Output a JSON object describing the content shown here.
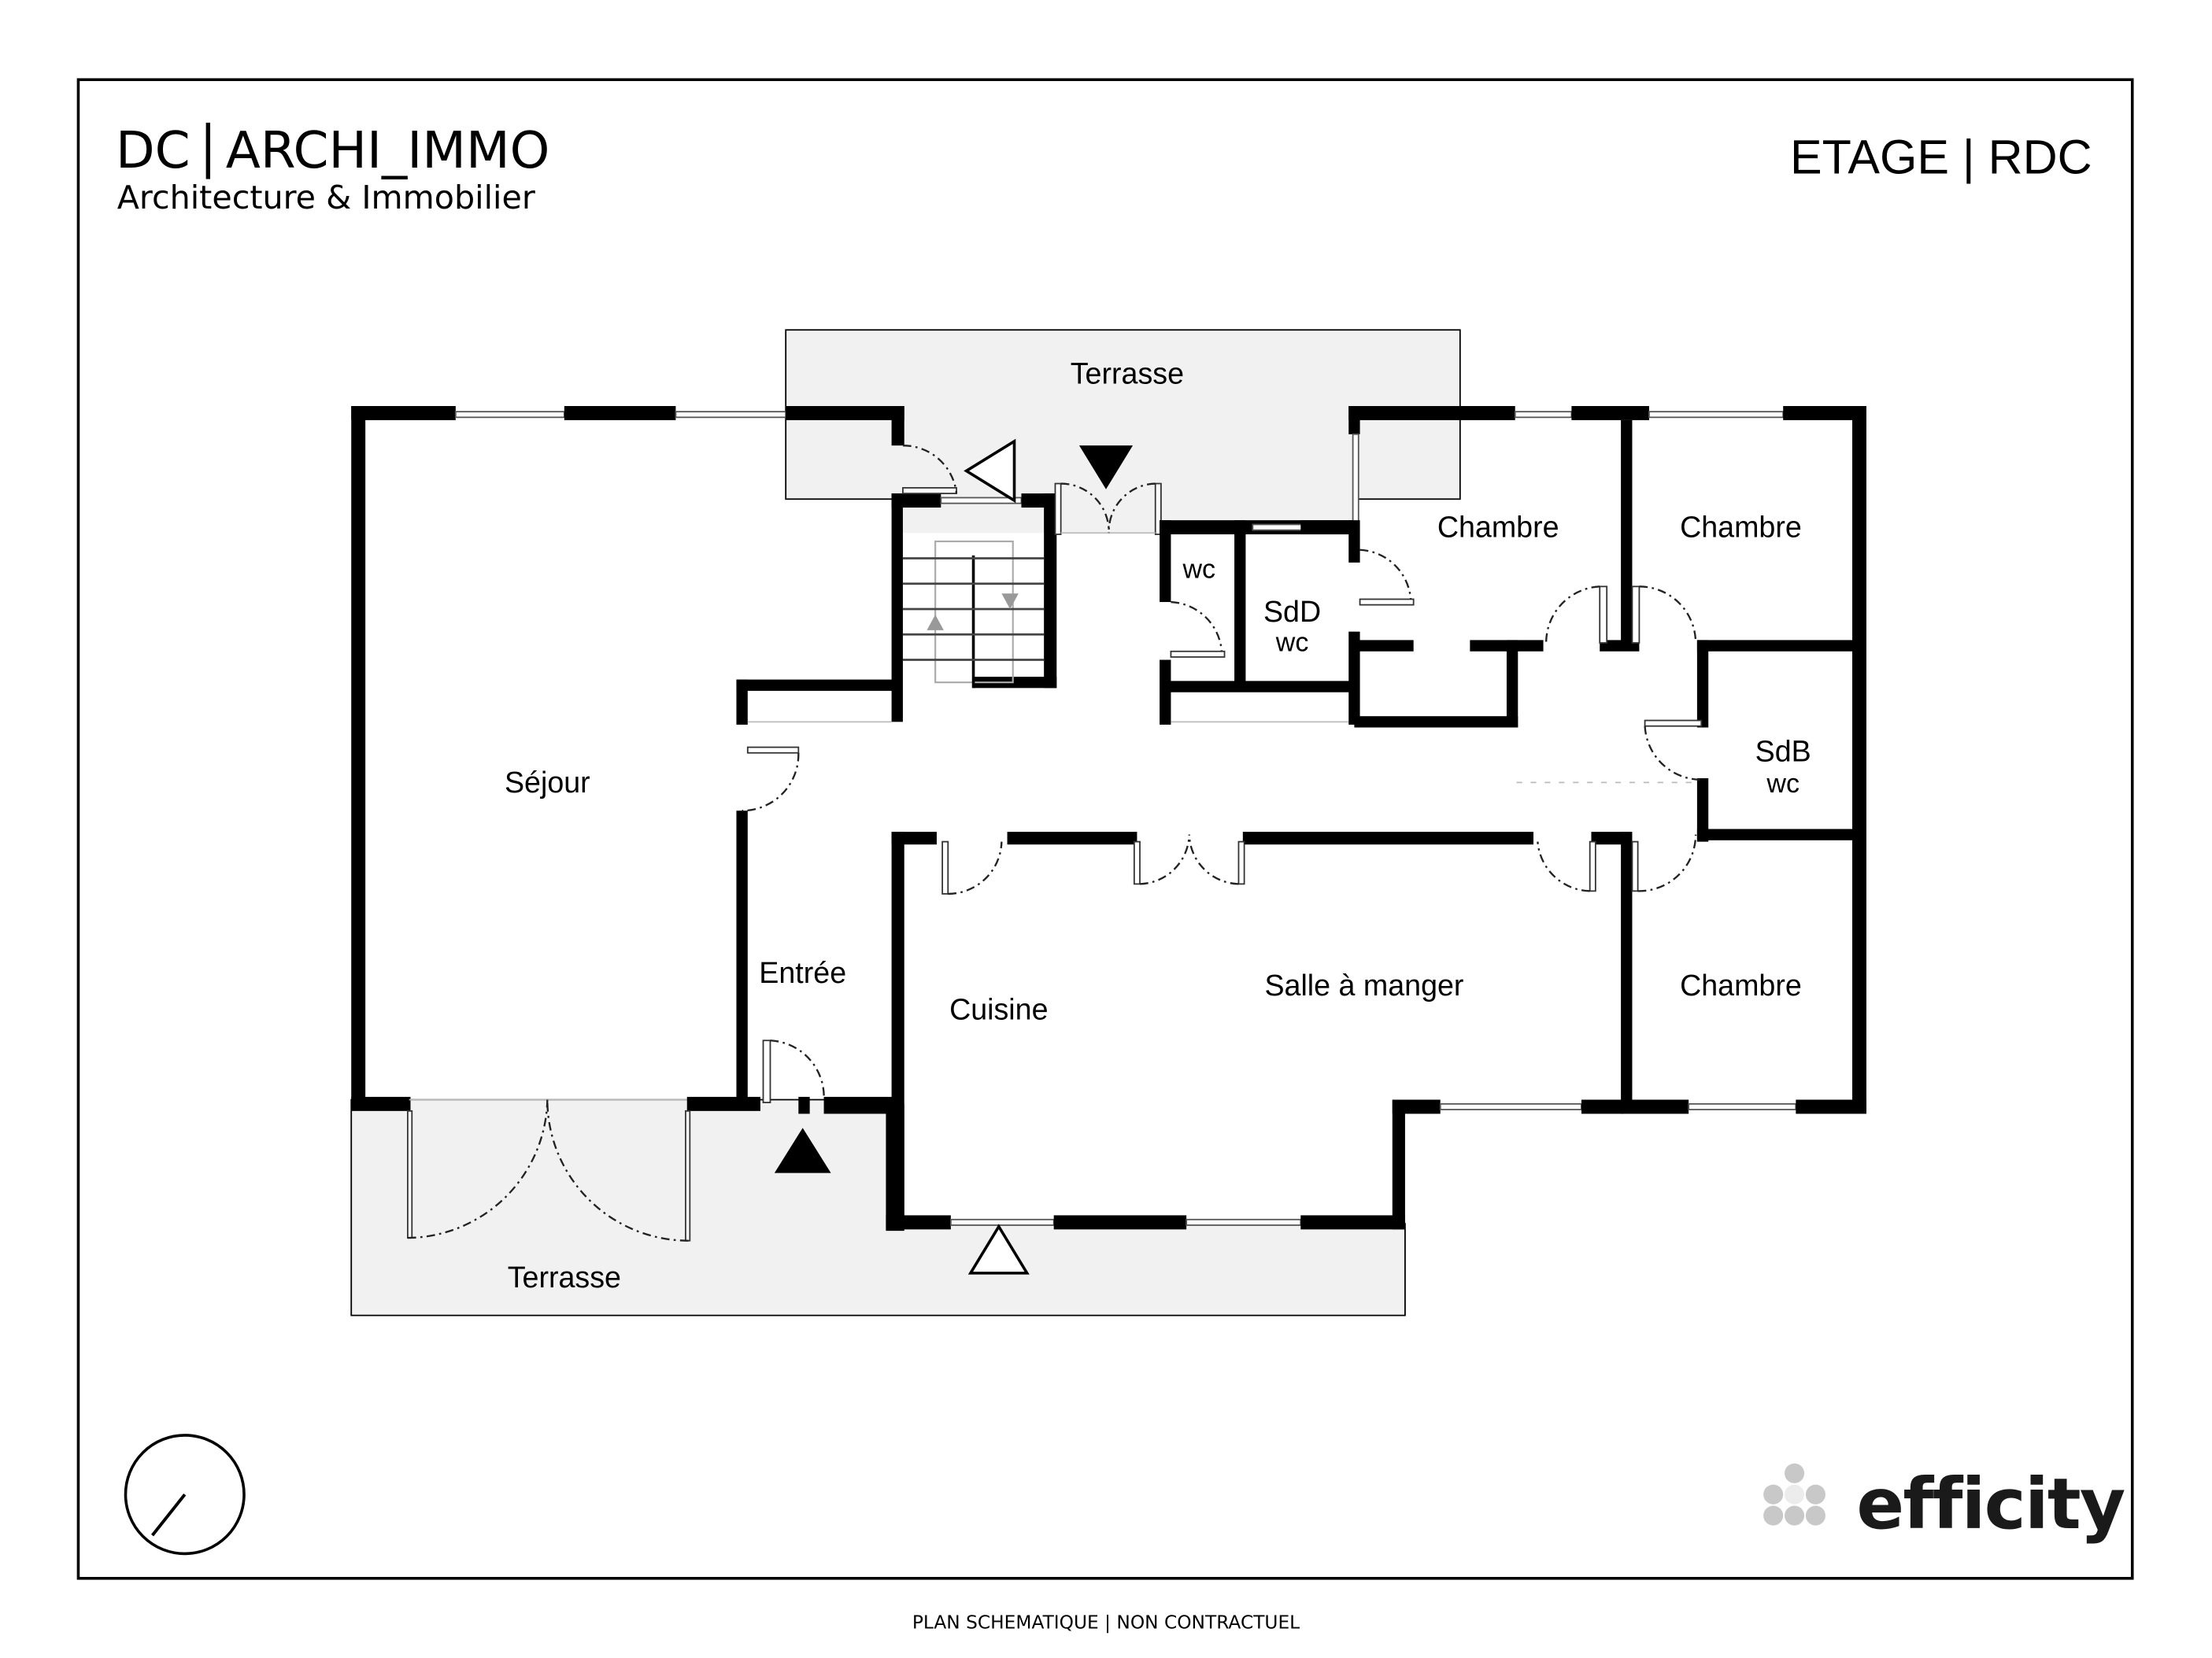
{
  "header": {
    "brand_name_left": "DC",
    "brand_separator": "|",
    "brand_name_right": "ARCHI_IMMO",
    "brand_tagline": "Architecture & Immobilier",
    "floor_label": "ETAGE | RDC"
  },
  "rooms": {
    "sejour": "Séjour",
    "entree": "Entrée",
    "cuisine": "Cuisine",
    "salle_a_manger": "Salle à manger",
    "chambre_1": "Chambre",
    "chambre_2": "Chambre",
    "chambre_3": "Chambre",
    "wc": "wc",
    "sdd": "SdD",
    "sdd_wc": "wc",
    "sdb": "SdB",
    "sdb_wc": "wc",
    "terrasse_north": "Terrasse",
    "terrasse_south": "Terrasse"
  },
  "symbols": {
    "compass": "north-arrow-compass",
    "entry_arrows": [
      "filled-triangle-down",
      "outline-triangle-left",
      "filled-triangle-up",
      "outline-triangle-up"
    ]
  },
  "logo": {
    "text": "efficity",
    "dot_color": "#c8c8c8",
    "text_color": "#1a1a1a"
  },
  "footer": {
    "disclaimer": "PLAN SCHEMATIQUE | NON CONTRACTUEL"
  },
  "colors": {
    "terrace_fill": "#f1f1f1",
    "wall": "#000000",
    "background": "#ffffff"
  }
}
